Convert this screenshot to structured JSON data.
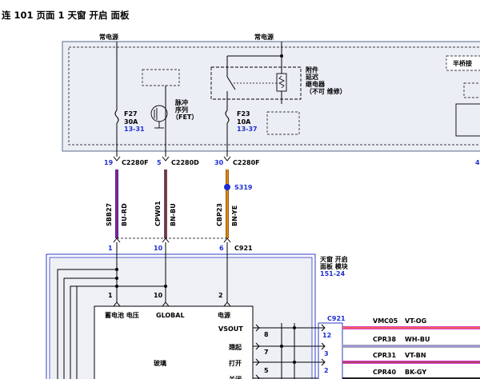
{
  "header": {
    "title": "连 101 页面 1 天窗 开启 面板"
  },
  "power_labels": {
    "left": "常电源",
    "right": "常电源"
  },
  "fuses": [
    {
      "id": "F27",
      "rating": "30A",
      "ref": "13-31"
    },
    {
      "id": "F23",
      "rating": "10A",
      "ref": "13-37"
    }
  ],
  "pulse_relay": {
    "line1": "脉冲",
    "line2": "序列",
    "line3": "（FET）"
  },
  "accessory_relay": {
    "line1": "附件",
    "line2": "延迟",
    "line3": "继电器",
    "line4": "（不可 维修）"
  },
  "half_bridge": {
    "label": "半桥接"
  },
  "top_connectors": [
    {
      "pin": "19",
      "name": "C2280F"
    },
    {
      "pin": "5",
      "name": "C2280D"
    },
    {
      "pin": "30",
      "name": "C2280F"
    },
    {
      "pin": "4",
      "name": ""
    }
  ],
  "splice": {
    "name": "S319"
  },
  "wires": [
    {
      "circuit": "SBB27",
      "color_code": "BU-RD",
      "color": "#3a2cc8",
      "stripe": "#c8202c"
    },
    {
      "circuit": "CPW01",
      "color_code": "BN-BU",
      "color": "#8b4a1c",
      "stripe": "#3a2cc8"
    },
    {
      "circuit": "CBP23",
      "color_code": "BN-YE",
      "color": "#a05a1a",
      "stripe": "#f2b000"
    }
  ],
  "bottom_connector": {
    "pins": [
      "1",
      "10",
      "6"
    ],
    "name": "C921"
  },
  "module": {
    "name_line1": "天窗 开启",
    "name_line2": "面板 模块",
    "ref": "151-24"
  },
  "module_pins": {
    "p1": "1",
    "p10": "10",
    "p2": "2"
  },
  "module_labels": {
    "battery": "蓄电池 电压",
    "global": "GLOBAL",
    "power": "电源",
    "vsout": "VSOUT",
    "tilt": "翘起",
    "glass": "玻璃",
    "open": "打开",
    "partial": "关闭"
  },
  "output_pins": [
    "8",
    "7",
    "5"
  ],
  "output_connector": {
    "name": "C921",
    "pins": [
      "12",
      "3",
      "2"
    ]
  },
  "outputs": [
    {
      "circuit": "VMC05",
      "color_code": "VT-OG",
      "color": "#d83ad0",
      "stripe": "#ff7a00"
    },
    {
      "circuit": "CPR38",
      "color_code": "WH-BU",
      "color": "#ffffff",
      "stripe": "#3a2cc8"
    },
    {
      "circuit": "CPR31",
      "color_code": "VT-BN",
      "color": "#d83ad0",
      "stripe": "#8b4a1c"
    },
    {
      "circuit": "CPR40",
      "color_code": "BK-GY",
      "color": "#202020",
      "stripe": "#9a9a9a"
    }
  ],
  "colors": {
    "box_fill": "#eceef6",
    "box_stroke": "#5a6a8a",
    "module_stroke": "#2a3cc0",
    "connector_blue": "#1c2fd0"
  }
}
